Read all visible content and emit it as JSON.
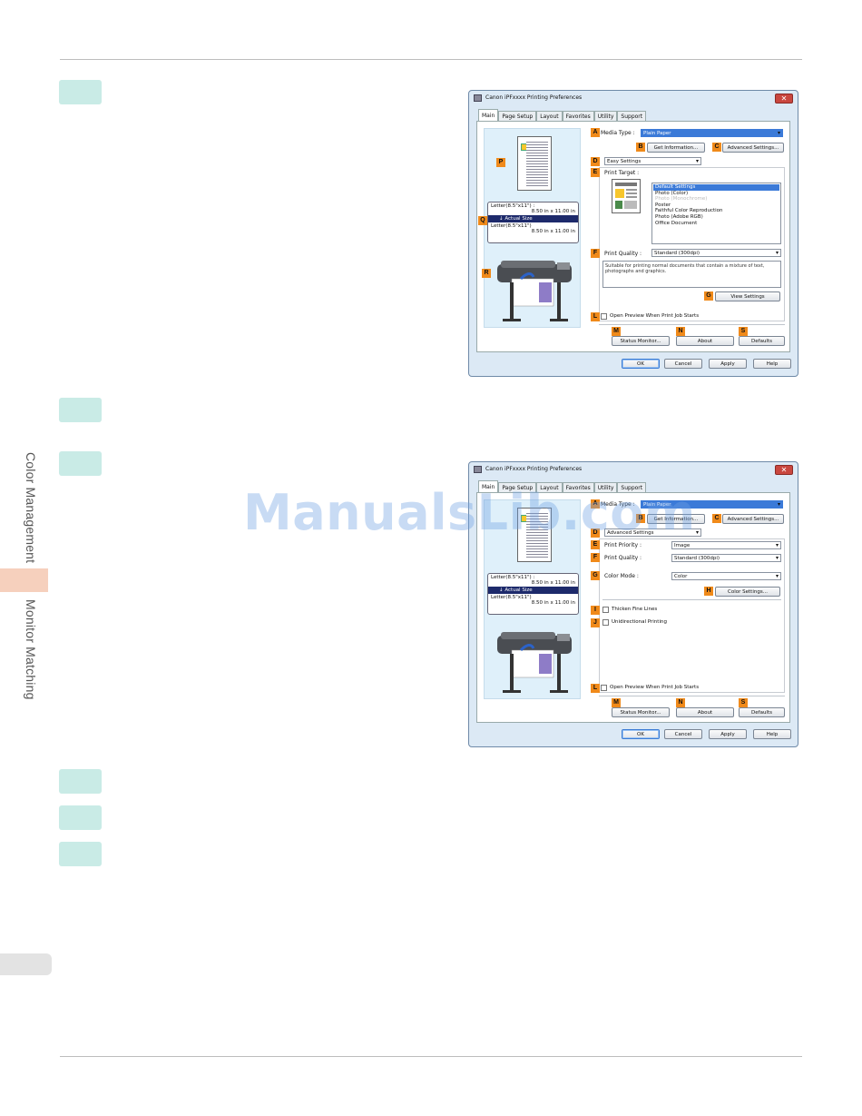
{
  "sidebar": {
    "section1": "Color Management",
    "section2": "Monitor Matching"
  },
  "watermark": "ManualsLib.com",
  "dialog1": {
    "title": "Canon iPFxxxx Printing Preferences",
    "close": "✕",
    "tabs": [
      "Main",
      "Page Setup",
      "Layout",
      "Favorites",
      "Utility",
      "Support"
    ],
    "preview": {
      "size_line1": "Letter(8.5\"x11\") :",
      "size_line2": "8.50 in x 11.00 in",
      "bar": "Actual Size",
      "size_line3": "Letter(8.5\"x11\")",
      "size_line4": "8.50 in x 11.00 in"
    },
    "labels": {
      "A": "A",
      "B": "B",
      "C": "C",
      "D": "D",
      "E": "E",
      "F": "F",
      "G": "G",
      "L": "L",
      "M": "M",
      "N": "N",
      "S": "S",
      "P": "P",
      "Q": "Q",
      "R": "R"
    },
    "media_type_label": "Media Type :",
    "media_type_value": "Plain Paper",
    "get_info": "Get Information...",
    "advanced_settings": "Advanced Settings...",
    "mode": "Easy Settings",
    "print_target_label": "Print Target :",
    "targets": [
      "Default Settings",
      "Photo (Color)",
      "Photo (Monochrome)",
      "Poster",
      "Faithful Color Reproduction",
      "Photo (Adobe RGB)",
      "Office Document"
    ],
    "print_quality_label": "Print Quality :",
    "print_quality_value": "Standard (300dpi)",
    "description": "Suitable for printing normal documents that contain a mixture of text, photographs and graphics.",
    "view_settings": "View Settings",
    "open_preview": "Open Preview When Print Job Starts",
    "status_monitor": "Status Monitor...",
    "about": "About",
    "defaults": "Defaults",
    "ok": "OK",
    "cancel": "Cancel",
    "apply": "Apply",
    "help": "Help"
  },
  "dialog2": {
    "title": "Canon iPFxxxx Printing Preferences",
    "close": "✕",
    "tabs": [
      "Main",
      "Page Setup",
      "Layout",
      "Favorites",
      "Utility",
      "Support"
    ],
    "preview": {
      "size_line1": "Letter(8.5\"x11\") :",
      "size_line2": "8.50 in x 11.00 in",
      "bar": "Actual Size",
      "size_line3": "Letter(8.5\"x11\")",
      "size_line4": "8.50 in x 11.00 in"
    },
    "labels": {
      "A": "A",
      "B": "B",
      "C": "C",
      "D": "D",
      "E": "E",
      "F": "F",
      "G": "G",
      "H": "H",
      "I": "I",
      "J": "J",
      "L": "L",
      "M": "M",
      "N": "N",
      "S": "S"
    },
    "media_type_label": "Media Type :",
    "media_type_value": "Plain Paper",
    "get_info": "Get Information...",
    "advanced_settings": "Advanced Settings...",
    "mode": "Advanced Settings",
    "print_priority_label": "Print Priority :",
    "print_priority_value": "Image",
    "print_quality_label": "Print Quality :",
    "print_quality_value": "Standard (300dpi)",
    "color_mode_label": "Color Mode :",
    "color_mode_value": "Color",
    "color_settings": "Color Settings...",
    "thicken": "Thicken Fine Lines",
    "unidirectional": "Unidirectional Printing",
    "open_preview": "Open Preview When Print Job Starts",
    "status_monitor": "Status Monitor...",
    "about": "About",
    "defaults": "Defaults",
    "ok": "OK",
    "cancel": "Cancel",
    "apply": "Apply",
    "help": "Help"
  }
}
